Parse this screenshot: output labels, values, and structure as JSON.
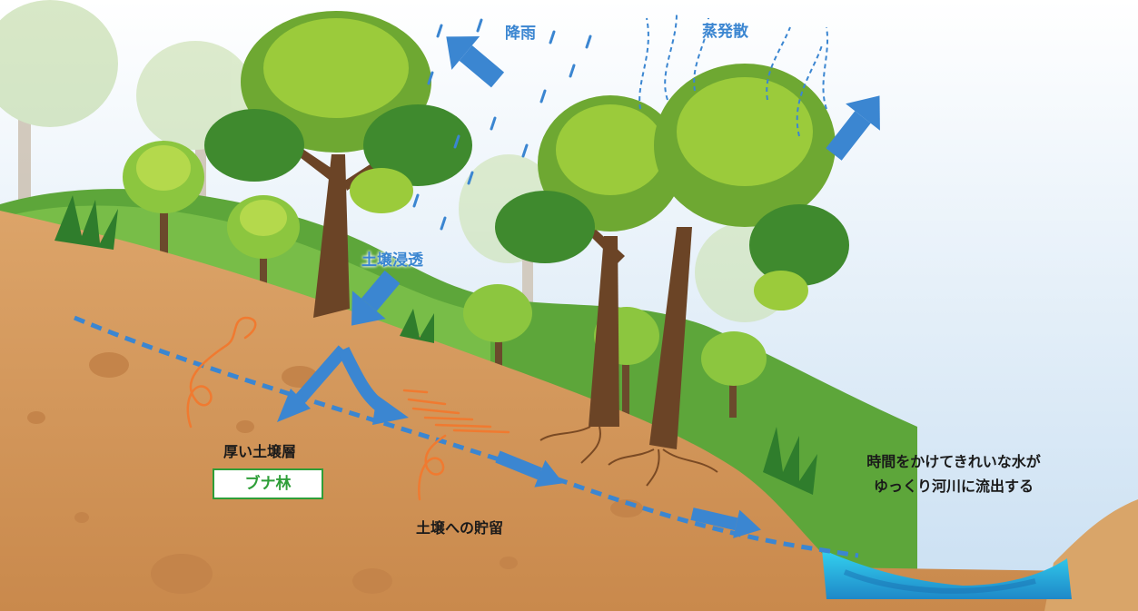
{
  "labels": {
    "rainfall": "降雨",
    "evapotranspiration": "蒸発散",
    "infiltration": "土壌浸透",
    "thick_soil": "厚い土壌層",
    "forest_type": "ブナ林",
    "storage": "土壌への貯留",
    "outflow_line1": "時間をかけてきれいな水が",
    "outflow_line2": "ゆっくり河川に流出する"
  },
  "colors": {
    "sky": "#dbe9f6",
    "soil": "#d49a5c",
    "arrow_blue": "#3b86d1",
    "storage_orange": "#f07a30",
    "forest_green": "#2e9e38",
    "river": "#2ec0e0"
  }
}
